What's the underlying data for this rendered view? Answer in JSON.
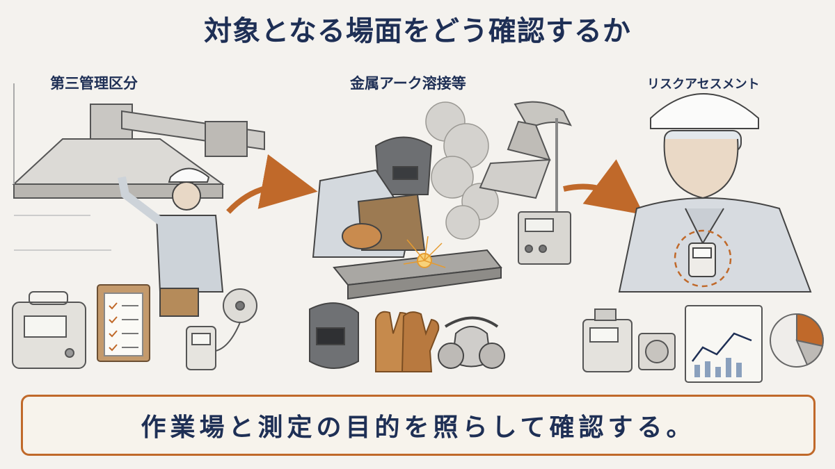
{
  "title": "対象となる場面をどう確認するか",
  "scenes": [
    {
      "label": "第三管理区分"
    },
    {
      "label": "金属アーク溶接等"
    },
    {
      "label": "リスクアセスメント"
    }
  ],
  "banner_text": "作業場と測定の目的を照らして確認する。",
  "colors": {
    "title": "#1e2f55",
    "accent": "#c0692a",
    "background": "#f4f2ee"
  },
  "icons": [
    "exhaust-hood-icon",
    "worker-icon",
    "sampler-device-icon",
    "clipboard-icon",
    "anemometer-icon",
    "welder-icon",
    "smoke-icon",
    "fume-extractor-icon",
    "welding-machine-icon",
    "welding-mask-icon",
    "gloves-icon",
    "respirator-icon",
    "worker-wearable-sampler-icon",
    "sensor-icon",
    "chart-board-icon",
    "pie-chart-icon",
    "arrow-icon"
  ]
}
